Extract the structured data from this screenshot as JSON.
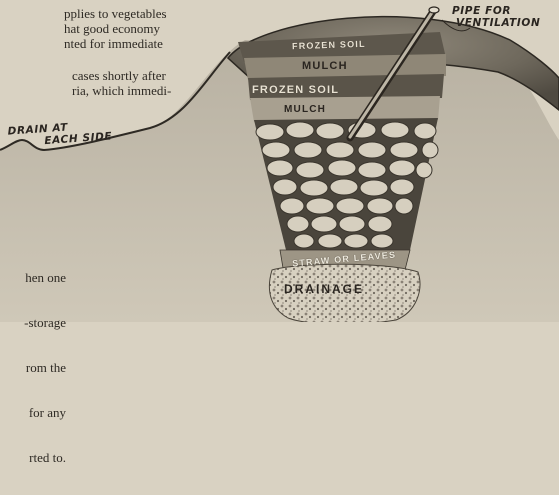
{
  "text_top": [
    "pplies to vegetables",
    "hat good economy",
    "nted for immediate"
  ],
  "text_mid": [
    "cases shortly after",
    "ria, which immedi-"
  ],
  "text_bottom": [
    "hen one",
    "-storage",
    "rom the",
    "for any",
    "rted to."
  ],
  "labels": {
    "pipe_line1": "PIPE FOR",
    "pipe_line2": "VENTILATION",
    "drain_line1": "DRAIN AT",
    "drain_line2": "EACH SIDE"
  },
  "layers": {
    "frozen_soil_top": "FROZEN SOIL",
    "mulch_top": "MULCH",
    "frozen_soil_lower": "FROZEN SOIL",
    "mulch_lower": "MULCH",
    "straw": "STRAW OR LEAVES",
    "drainage": "DRAINAGE"
  }
}
